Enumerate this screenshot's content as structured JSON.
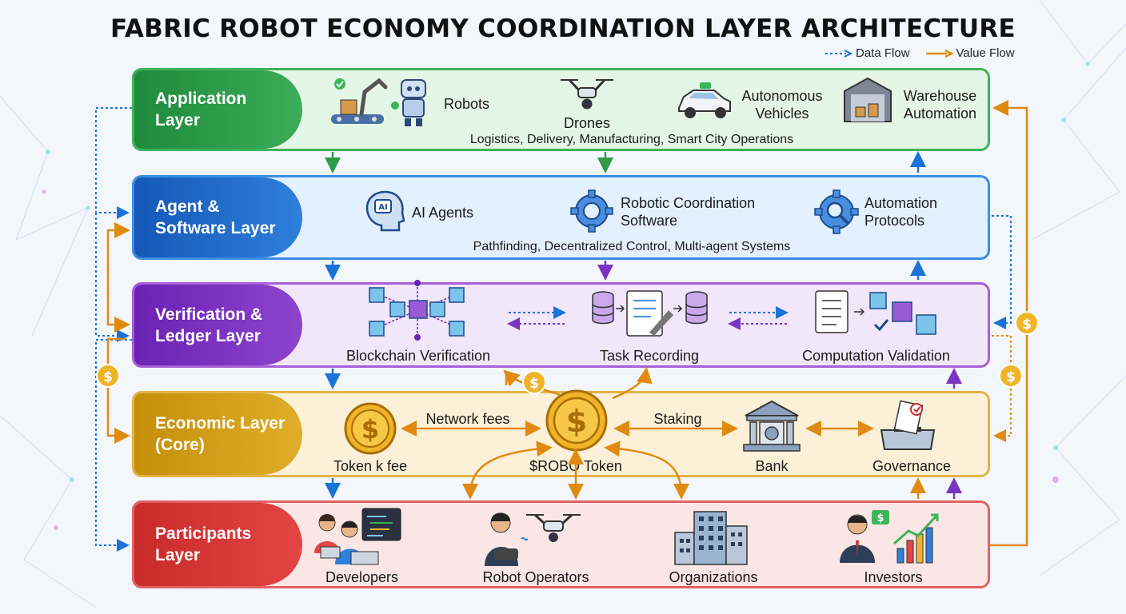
{
  "title": "FABRIC ROBOT ECONOMY COORDINATION LAYER ARCHITECTURE",
  "legend": {
    "data_flow": "Data Flow",
    "value_flow": "Value Flow"
  },
  "colors": {
    "data_flow": "#1a73d6",
    "value_flow": "#e08a10",
    "application": "#2e9b4b",
    "agent": "#2370d0",
    "verification": "#7b34c2",
    "economic": "#d7a11c",
    "participants": "#d83838"
  },
  "layers": {
    "application": {
      "name": "Application\nLayer",
      "items": [
        "Robots",
        "Drones",
        "Autonomous\nVehicles",
        "Warehouse\nAutomation"
      ],
      "description": "Logistics, Delivery, Manufacturing, Smart City Operations"
    },
    "agent": {
      "name": "Agent &\nSoftware Layer",
      "items": [
        "AI Agents",
        "Robotic Coordination\nSoftware",
        "Automation\nProtocols"
      ],
      "description": "Pathfinding, Decentralized Control, Multi-agent Systems"
    },
    "verification": {
      "name": "Verification &\nLedger Layer",
      "items": [
        "Blockchain Verification",
        "Task Recording",
        "Computation Validation"
      ]
    },
    "economic": {
      "name": "Economic Layer\n(Core)",
      "items": [
        "Token k fee",
        "$ROBO Token",
        "Bank",
        "Governance"
      ],
      "edge_labels": [
        "Network fees",
        "Staking"
      ]
    },
    "participants": {
      "name": "Participants\nLayer",
      "items": [
        "Developers",
        "Robot Operators",
        "Organizations",
        "Investors"
      ]
    }
  },
  "icons": [
    "robot-arm-icon",
    "robot-icon",
    "drone-icon",
    "car-icon",
    "warehouse-icon",
    "ai-head-icon",
    "gear-icon",
    "gear-search-icon",
    "blockchain-icon",
    "database-icon",
    "document-icon",
    "scroll-icon",
    "cubes-icon",
    "coin-icon",
    "bank-icon",
    "ballot-icon",
    "developers-icon",
    "operator-icon",
    "buildings-icon",
    "investor-icon"
  ]
}
